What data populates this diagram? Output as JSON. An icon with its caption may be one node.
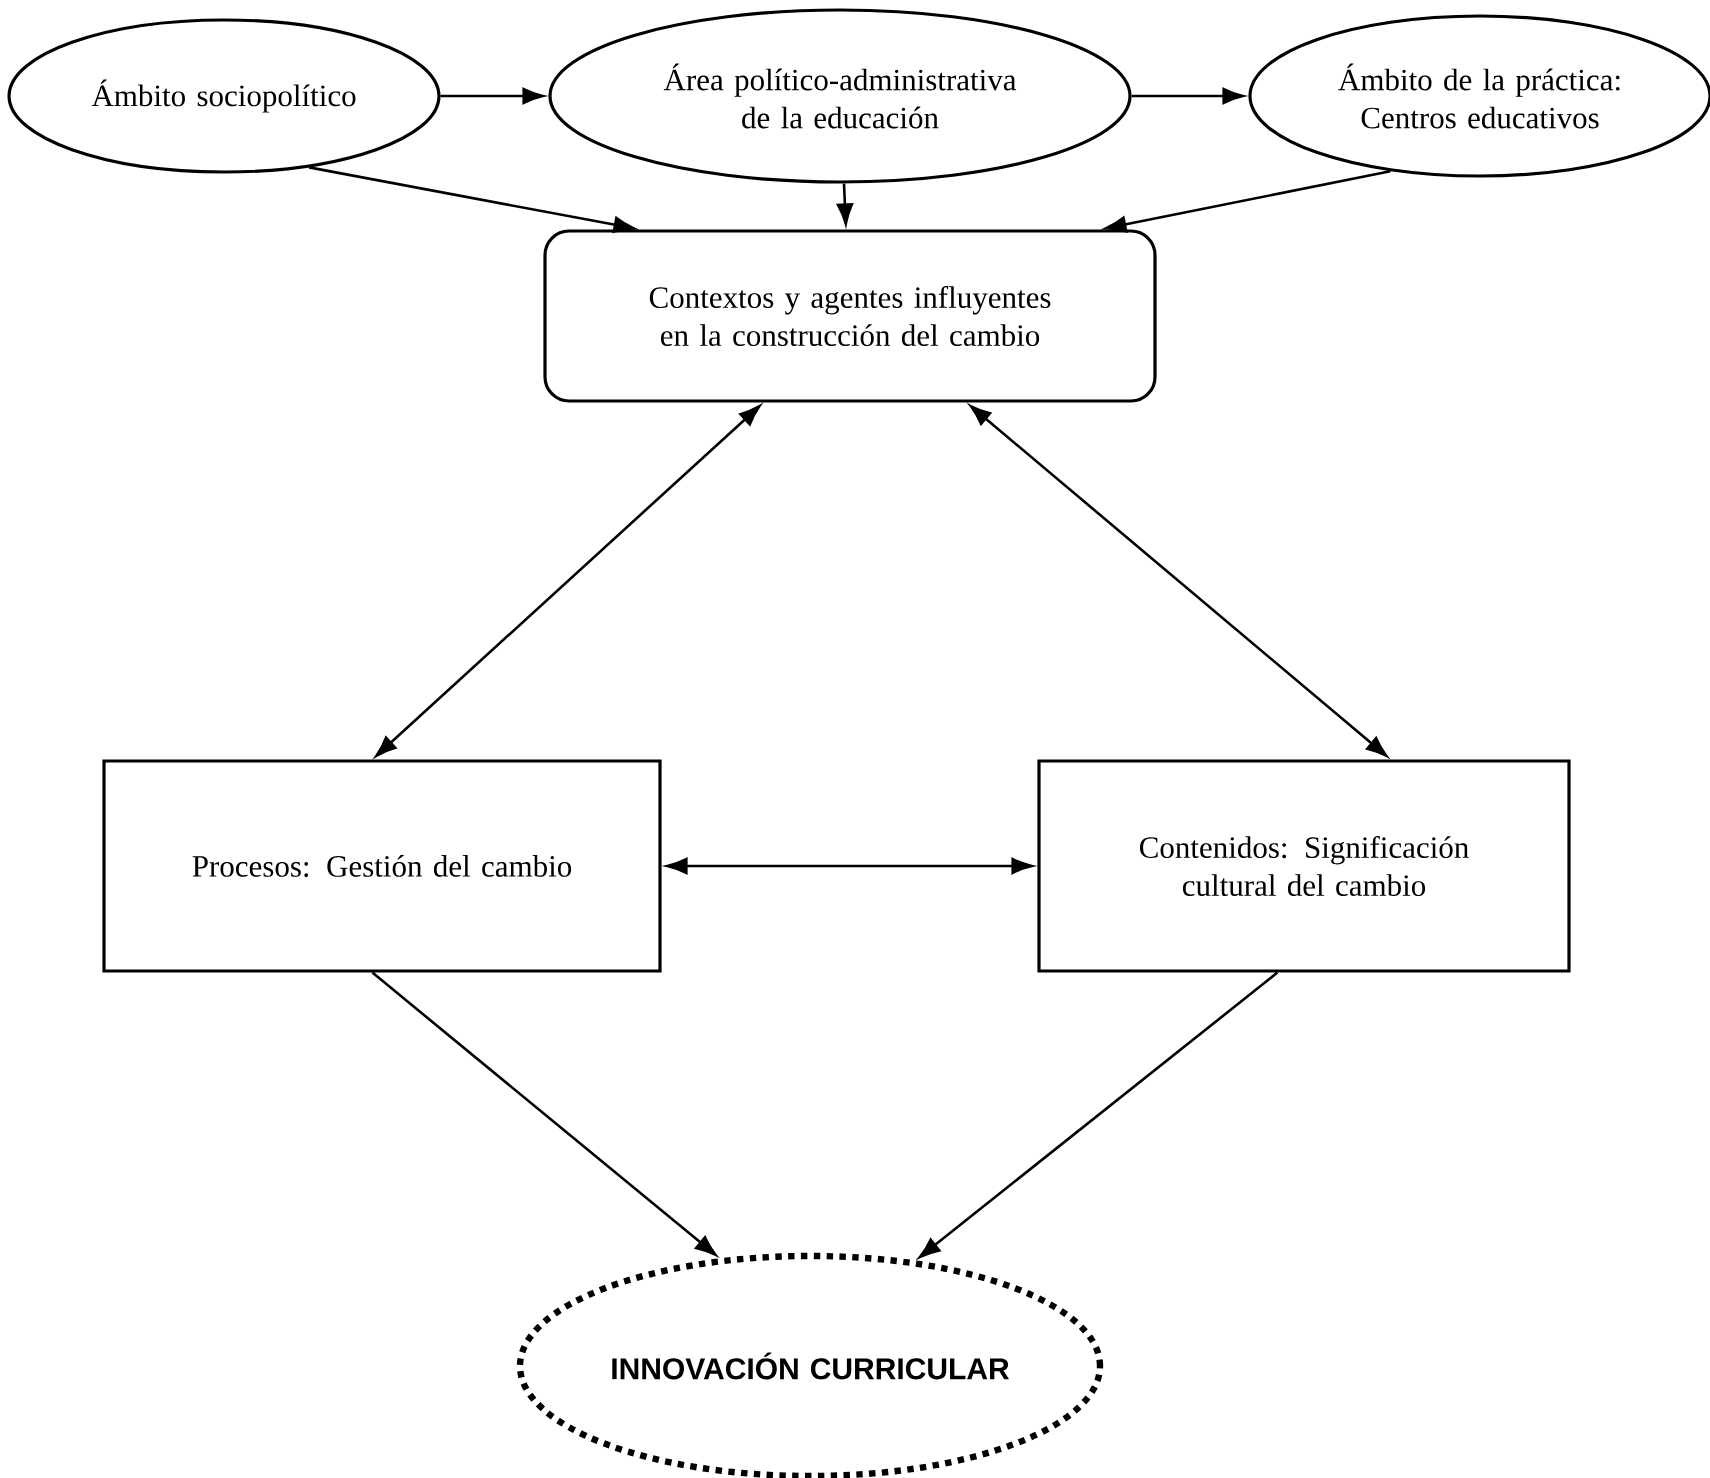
{
  "diagram": {
    "nodes": [
      {
        "text": [
          "Ámbito sociopolítico"
        ]
      },
      {
        "text": [
          "Área político-administrativa de la educación"
        ]
      },
      {
        "text": [
          "Ámbito de la práctica: Centros educativos"
        ]
      },
      {
        "text": [
          "Contextos y agentes influyentes en la construcción del cambio"
        ]
      },
      {
        "text": [
          "Procesos: Gestión del cambio"
        ]
      },
      {
        "text": [
          "Contenidos: Significación cultural del cambio"
        ]
      },
      {
        "text": [
          "INNOVACIÓN CURRICULAR"
        ]
      }
    ],
    "edges": [
      {
        "from": 0,
        "to": 1,
        "arrow": "to"
      },
      {
        "from": 1,
        "to": 2,
        "arrow": "to"
      },
      {
        "from": 0,
        "to": 3,
        "arrow": "to"
      },
      {
        "from": 1,
        "to": 3,
        "arrow": "to"
      },
      {
        "from": 2,
        "to": 3,
        "arrow": "to"
      },
      {
        "from": 3,
        "to": 4,
        "arrow": "both"
      },
      {
        "from": 3,
        "to": 5,
        "arrow": "both"
      },
      {
        "from": 4,
        "to": 5,
        "arrow": "both"
      },
      {
        "from": 4,
        "to": 6,
        "arrow": "to"
      },
      {
        "from": 5,
        "to": 6,
        "arrow": "to"
      }
    ]
  }
}
